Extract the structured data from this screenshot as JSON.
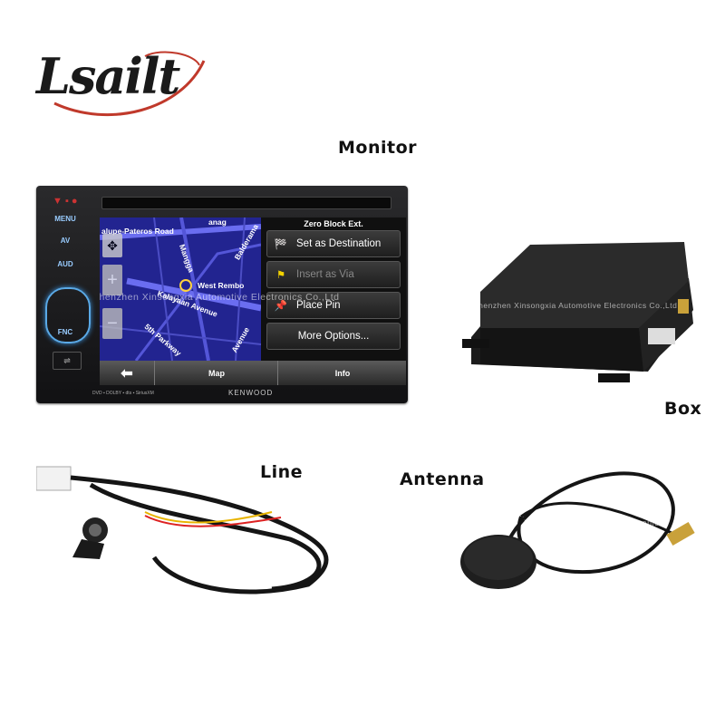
{
  "logo": {
    "text": "Lsailt"
  },
  "captions": {
    "monitor": "Monitor",
    "box": "Box",
    "line": "Line",
    "antenna": "Antenna"
  },
  "watermarks": {
    "monitor": "Shenzhen Xinsongxia Automotive Electronics Co.,Ltd",
    "box": "Shenzhen Xinsongxia Automotive Electronics Co.,Ltd",
    "antenna": "Xinsongxia Automotive Electronic"
  },
  "monitor": {
    "brand": "KENWOOD",
    "side_buttons": [
      "MENU",
      "AV",
      "AUD",
      "FNC"
    ],
    "map_labels": [
      "alupe-Pateros Road",
      "West Rembo",
      "Kalayaan Avenue",
      "Balderama",
      "5th Parkway",
      "Mangga",
      "Avenue",
      "anag"
    ],
    "menu": {
      "title": "Zero Block Ext.",
      "items": [
        {
          "label": "Set as Destination",
          "icon": "checkered-flag-icon"
        },
        {
          "label": "Insert as Via",
          "icon": "yellow-flag-icon"
        },
        {
          "label": "Place Pin",
          "icon": "pin-icon"
        },
        {
          "label": "More Options...",
          "icon": ""
        }
      ]
    },
    "bottom_bar": {
      "back": "⬅",
      "map": "Map",
      "info": "Info"
    }
  },
  "colors": {
    "map_bg": "#222490",
    "road": "#6a6df0",
    "accent_blue": "#5aa9e6"
  }
}
